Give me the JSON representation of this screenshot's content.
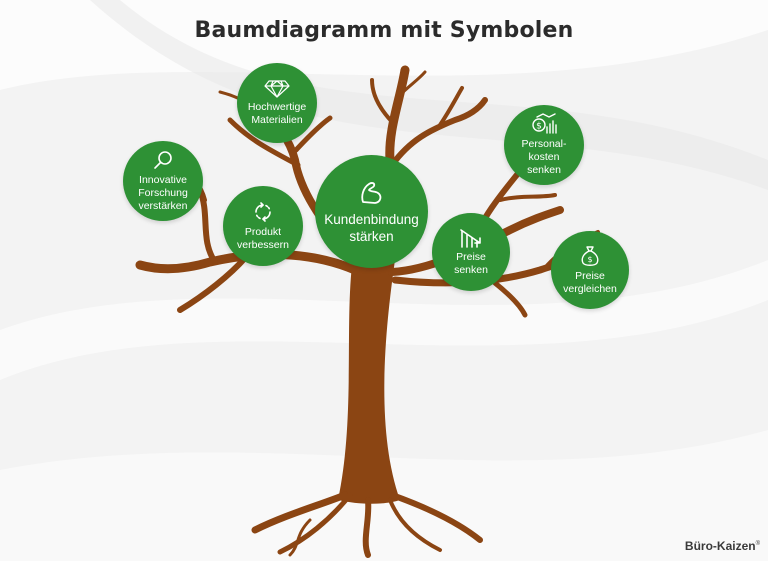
{
  "title": "Baumdiagramm mit Symbolen",
  "brand": {
    "name": "Büro-Kaizen",
    "mark": "®"
  },
  "colors": {
    "node": "#2e9135",
    "trunk": "#8b4513",
    "text": "#2b2b2b"
  },
  "nodes": {
    "center": {
      "label": "Kundenbindung\nstärken",
      "icon": "flexed-arm-icon"
    },
    "materials": {
      "label": "Hochwertige\nMaterialien",
      "icon": "diamond-icon"
    },
    "research": {
      "label": "Innovative\nForschung\nverstärken",
      "icon": "magnifier-icon"
    },
    "product": {
      "label": "Produkt\nverbessern",
      "icon": "cycle-icon"
    },
    "personnel": {
      "label": "Personal-\nkosten\nsenken",
      "icon": "money-chart-icon"
    },
    "prices": {
      "label": "Preise\nsenken",
      "icon": "falling-bars-icon"
    },
    "compare": {
      "label": "Preise\nvergleichen",
      "icon": "money-bag-icon"
    }
  }
}
